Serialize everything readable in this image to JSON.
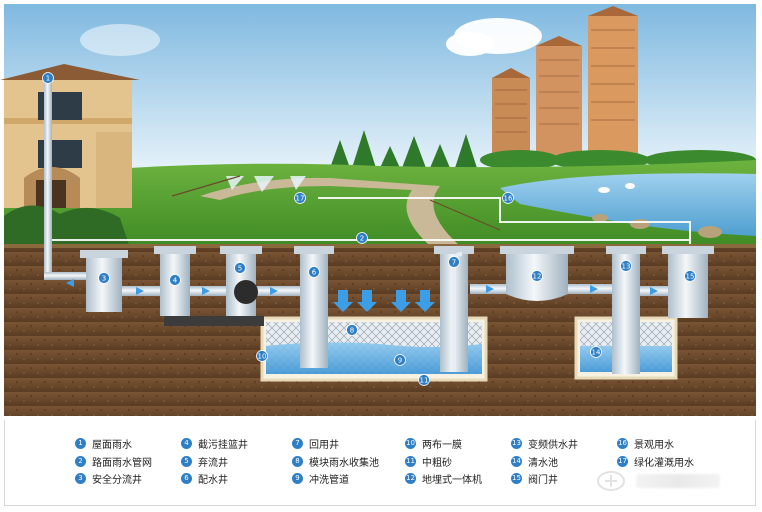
{
  "markers": [
    "1",
    "2",
    "3",
    "4",
    "5",
    "6",
    "7",
    "8",
    "9",
    "10",
    "11",
    "12",
    "13",
    "14",
    "15",
    "16",
    "17"
  ],
  "legend": [
    {
      "num": "1",
      "label": "屋面雨水"
    },
    {
      "num": "2",
      "label": "路面雨水管网"
    },
    {
      "num": "3",
      "label": "安全分流井"
    },
    {
      "num": "4",
      "label": "截污挂篮井"
    },
    {
      "num": "5",
      "label": "弃流井"
    },
    {
      "num": "6",
      "label": "配水井"
    },
    {
      "num": "7",
      "label": "回用井"
    },
    {
      "num": "8",
      "label": "模块雨水收集池"
    },
    {
      "num": "9",
      "label": "冲洗管道"
    },
    {
      "num": "10",
      "label": "两布一膜"
    },
    {
      "num": "11",
      "label": "中粗砂"
    },
    {
      "num": "12",
      "label": "地埋式一体机"
    },
    {
      "num": "13",
      "label": "变频供水井"
    },
    {
      "num": "14",
      "label": "清水池"
    },
    {
      "num": "15",
      "label": "阀门井"
    },
    {
      "num": "16",
      "label": "景观用水"
    },
    {
      "num": "17",
      "label": "绿化灌溉用水"
    }
  ],
  "colors": {
    "marker": "#2f7fc6",
    "soil": "#6b4a2e",
    "pipe": "#d8e2ea",
    "water": "#4aa3e0",
    "grass": "#5fae3a",
    "sky": "#cfe6f5"
  }
}
